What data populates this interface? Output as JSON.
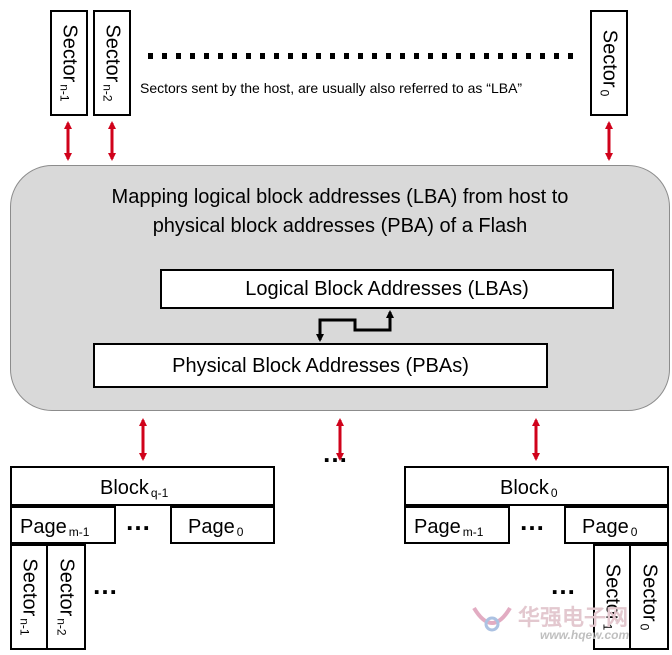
{
  "sector_word": "Sector",
  "host_sectors": [
    {
      "label": "Sector",
      "sub": "n-1"
    },
    {
      "label": "Sector",
      "sub": "n-2"
    },
    {
      "label": "Sector",
      "sub": "0"
    }
  ],
  "host_note": "Sectors sent by the host, are usually  also referred to as “LBA”",
  "mapping": {
    "title_line1": "Mapping logical block addresses (LBA) from host to",
    "title_line2": "physical block addresses (PBA) of a Flash",
    "lba_box": "Logical Block Addresses (LBAs)",
    "pba_box": "Physical Block Addresses (PBAs)"
  },
  "blocks": [
    {
      "label": "Block",
      "sub": "q-1",
      "pages": [
        {
          "label": "Page",
          "sub": "m-1"
        },
        {
          "label": "Page",
          "sub": "0"
        }
      ],
      "sectors": [
        {
          "label": "Sector",
          "sub": "n-1"
        },
        {
          "label": "Sector",
          "sub": "n-2"
        }
      ]
    },
    {
      "label": "Block",
      "sub": "0",
      "pages": [
        {
          "label": "Page",
          "sub": "m-1"
        },
        {
          "label": "Page",
          "sub": "0"
        }
      ],
      "sectors": [
        {
          "label": "Sector",
          "sub": "1"
        },
        {
          "label": "Sector",
          "sub": "0"
        }
      ]
    }
  ],
  "ellipsis": "…",
  "colors": {
    "arrow": "#d0021b",
    "mapping_bg": "#d9d9d9"
  },
  "watermark": {
    "logo_text": "华强电子网",
    "url": "www.hqew.com"
  }
}
